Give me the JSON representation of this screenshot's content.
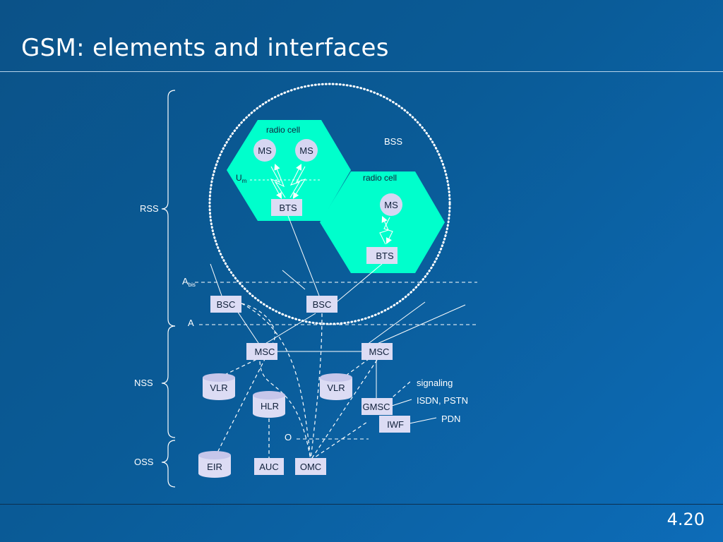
{
  "slide": {
    "title": "GSM: elements and interfaces",
    "page_number": "4.20"
  },
  "diagram": {
    "subsystems": {
      "rss": "RSS",
      "nss": "NSS",
      "oss": "OSS"
    },
    "interfaces": {
      "um_main": "U",
      "um_sub": "m",
      "abis_main": "A",
      "abis_sub": "bis",
      "a": "A",
      "o": "O"
    },
    "regions": {
      "bss": "BSS",
      "radio_cell_1": "radio cell",
      "radio_cell_2": "radio cell"
    },
    "nodes": {
      "ms1": "MS",
      "ms2": "MS",
      "ms3": "MS",
      "bts1": "BTS",
      "bts2": "BTS",
      "bsc1": "BSC",
      "bsc2": "BSC",
      "msc1": "MSC",
      "msc2": "MSC",
      "vlr1": "VLR",
      "vlr2": "VLR",
      "hlr": "HLR",
      "gmsc": "GMSC",
      "iwf": "IWF",
      "eir": "EIR",
      "auc": "AUC",
      "omc": "OMC"
    },
    "external_labels": {
      "signaling": "signaling",
      "isdn_pstn": "ISDN, PSTN",
      "pdn": "PDN"
    },
    "colors": {
      "cell_fill": "#00ffcc",
      "box_fill": "#dcdcf4",
      "ms_fill": "#d6d6f2",
      "line": "#ffffff"
    }
  }
}
